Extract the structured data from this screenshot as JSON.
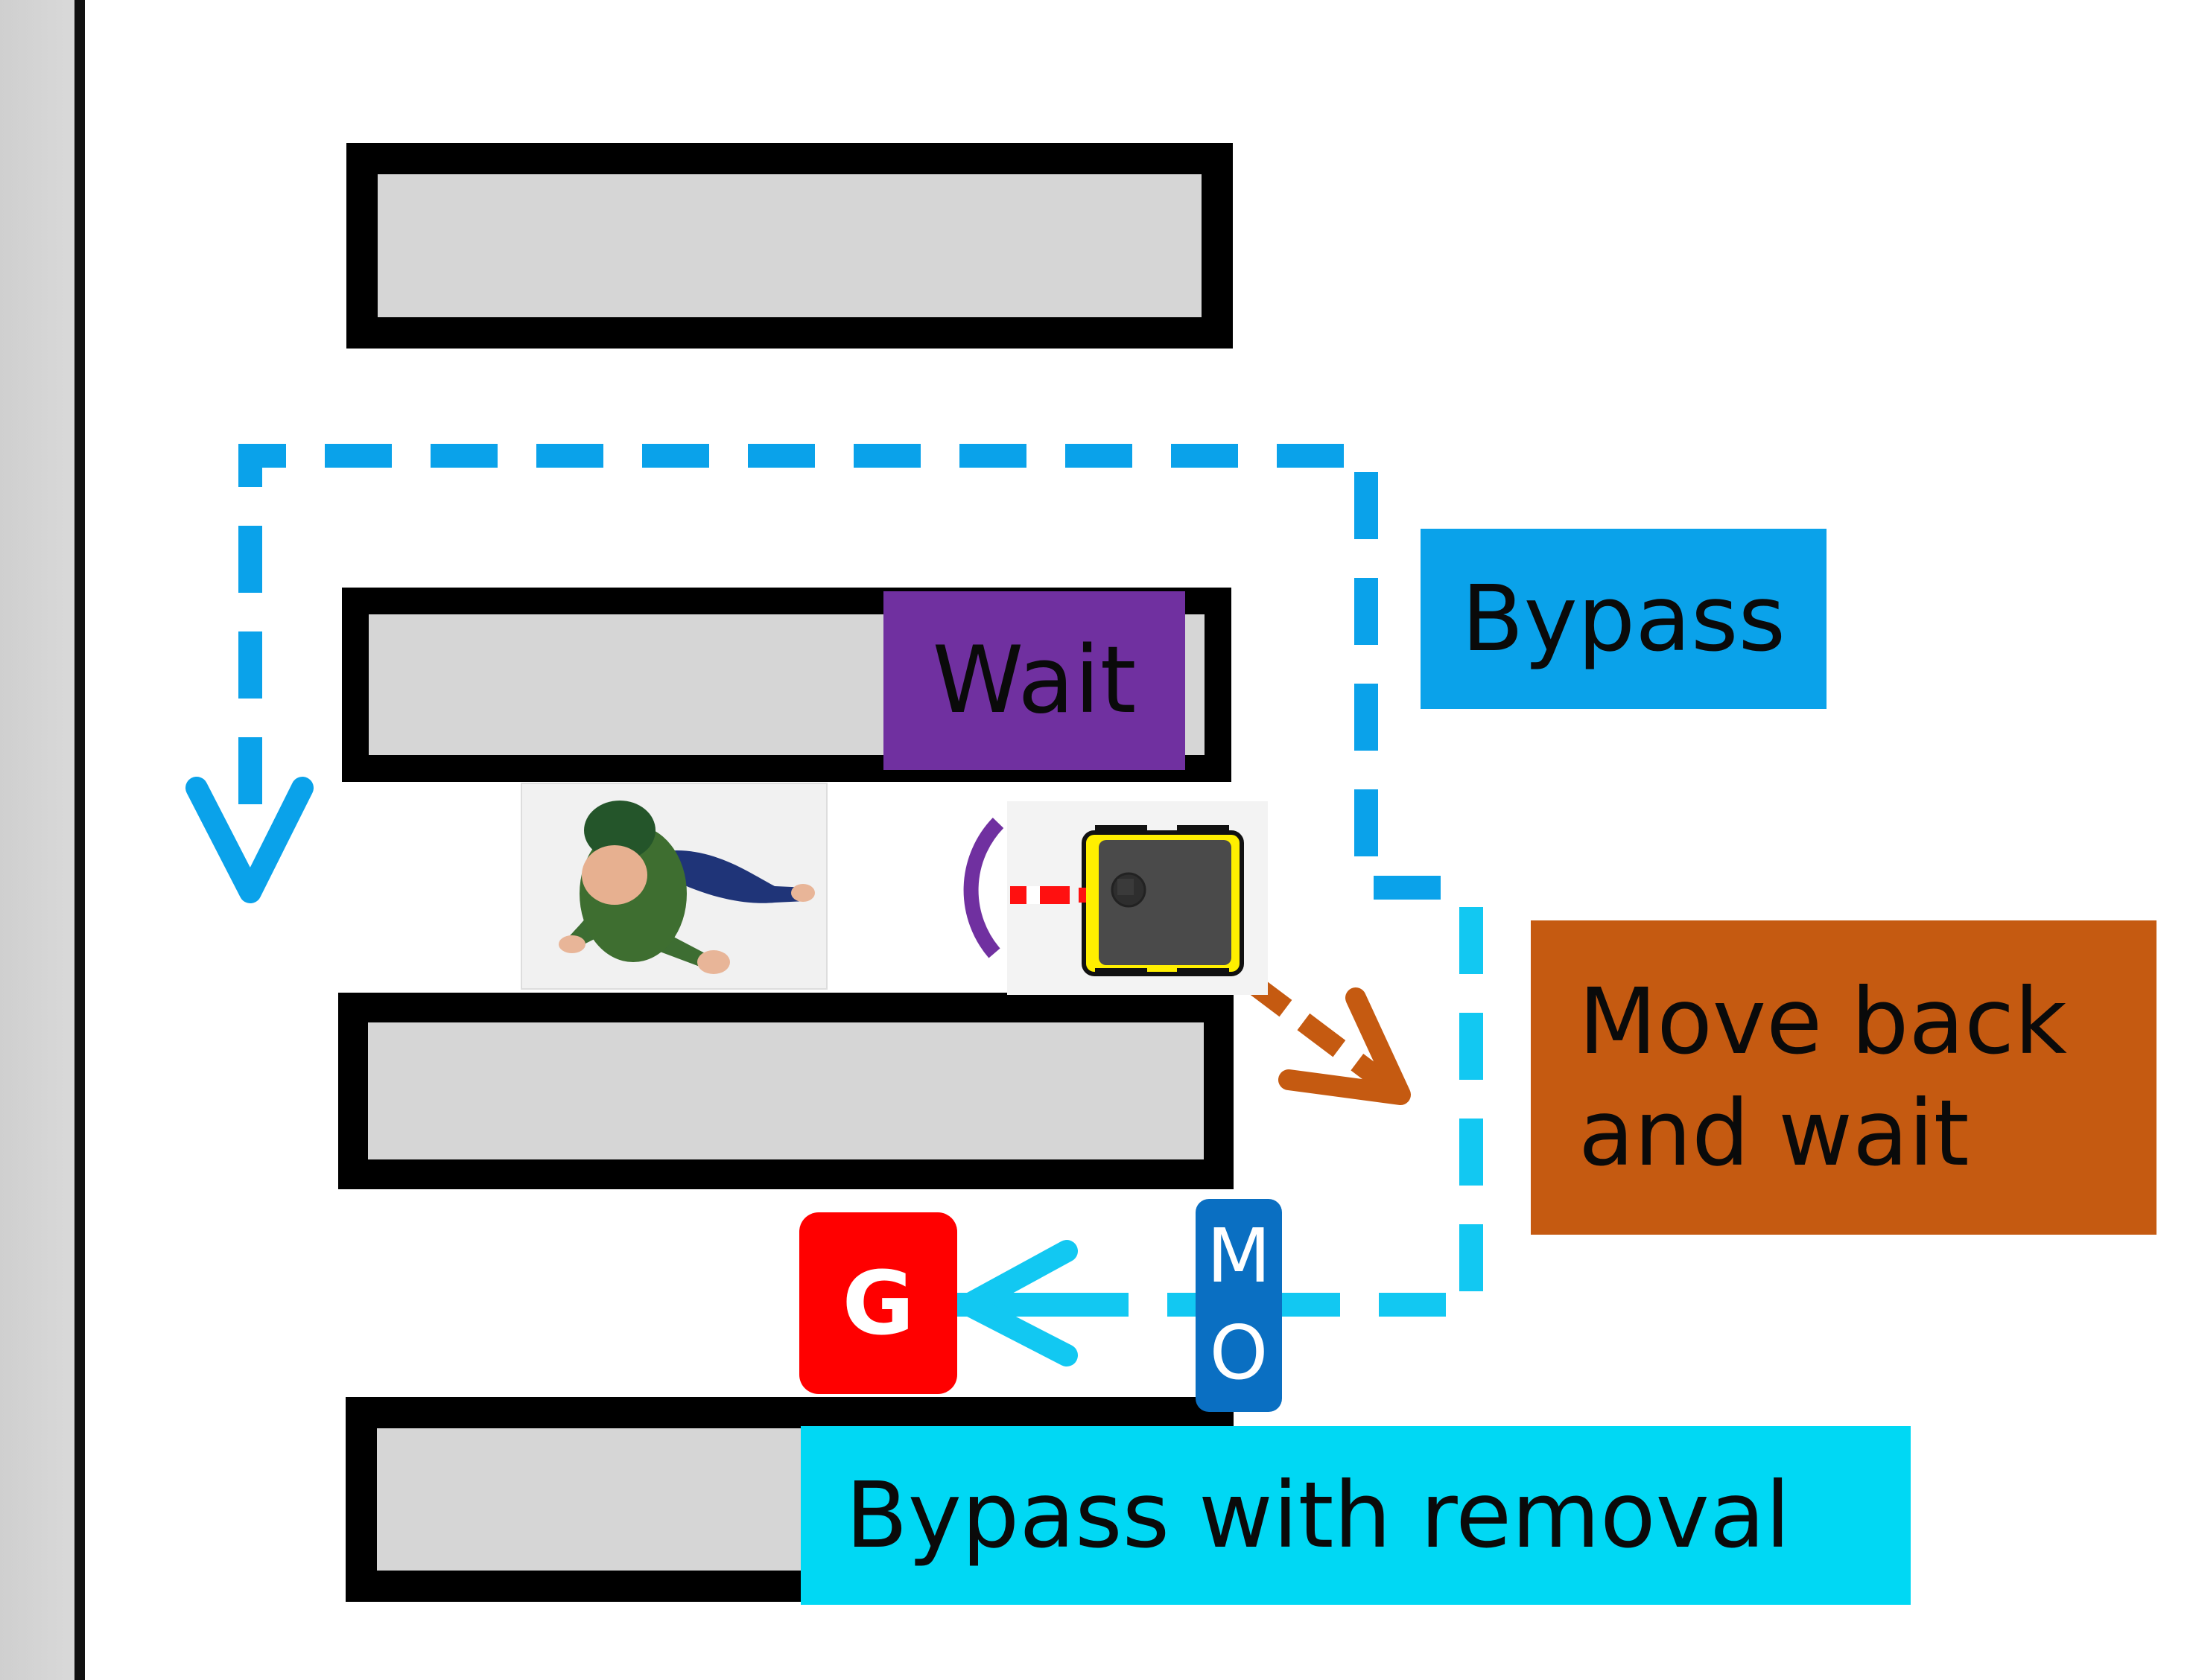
{
  "labels": {
    "bypass": "Bypass",
    "wait": "Wait",
    "move_back": [
      "Move back",
      "and wait"
    ],
    "bypass_removal": "Bypass with removal"
  },
  "markers": {
    "goal": "G",
    "movable_obstacle": [
      "M",
      "O"
    ]
  },
  "icons": {
    "human": "lying-person-icon",
    "robot": "robot-icon",
    "wait_arc": "wait-arc-icon"
  },
  "colors": {
    "bypass": "#0aa2ea",
    "wait": "#7030a0",
    "move_back": "#c55a11",
    "bypass_removal": "#00d8f4",
    "goal": "#ff0000",
    "movable_obstacle": "#0a6fc2",
    "shelf_fill": "#d6d6d6",
    "shelf_border": "#000000"
  }
}
